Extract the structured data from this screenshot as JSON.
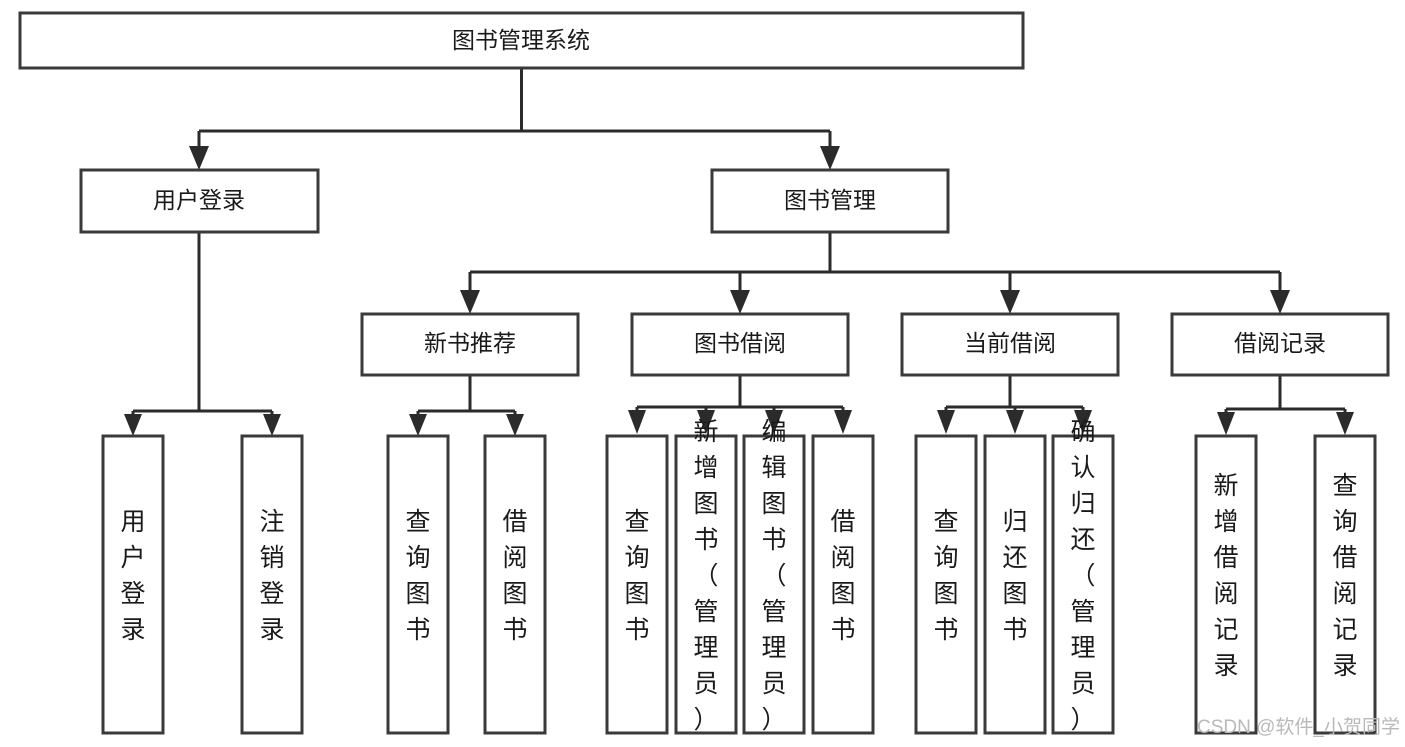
{
  "diagram": {
    "type": "hierarchy-tree",
    "title": "图书管理系统",
    "orientation": "top-down",
    "levels": 4,
    "colors": {
      "box_stroke": "#3a3a3a",
      "box_fill": "#ffffff",
      "connector": "#2b2b2b",
      "text": "#1a1a1a",
      "watermark": "#b9b9b9",
      "background": "#ffffff"
    }
  },
  "root": {
    "id": "root",
    "label": "图书管理系统",
    "orientation": "horizontal"
  },
  "level2": [
    {
      "id": "user-login",
      "label": "用户登录",
      "orientation": "horizontal"
    },
    {
      "id": "book-management",
      "label": "图书管理",
      "orientation": "horizontal"
    }
  ],
  "level3": [
    {
      "id": "new-book-recommend",
      "label": "新书推荐",
      "orientation": "horizontal",
      "parent": "book-management"
    },
    {
      "id": "book-borrow",
      "label": "图书借阅",
      "orientation": "horizontal",
      "parent": "book-management"
    },
    {
      "id": "current-borrow",
      "label": "当前借阅",
      "orientation": "horizontal",
      "parent": "book-management"
    },
    {
      "id": "borrow-record",
      "label": "借阅记录",
      "orientation": "horizontal",
      "parent": "book-management"
    }
  ],
  "leaves": {
    "user_login": [
      {
        "id": "leaf-user-login",
        "label": "用户登录",
        "orientation": "vertical"
      },
      {
        "id": "leaf-logout",
        "label": "注销登录",
        "orientation": "vertical"
      }
    ],
    "new_book_recommend": [
      {
        "id": "leaf-query-book-1",
        "label": "查询图书",
        "orientation": "vertical"
      },
      {
        "id": "leaf-borrow-book-1",
        "label": "借阅图书",
        "orientation": "vertical"
      }
    ],
    "book_borrow": [
      {
        "id": "leaf-query-book-2",
        "label": "查询图书",
        "orientation": "vertical"
      },
      {
        "id": "leaf-add-book",
        "label": "新增图书（管理员）",
        "orientation": "vertical"
      },
      {
        "id": "leaf-edit-book",
        "label": "编辑图书（管理员）",
        "orientation": "vertical"
      },
      {
        "id": "leaf-borrow-book-2",
        "label": "借阅图书",
        "orientation": "vertical"
      }
    ],
    "current_borrow": [
      {
        "id": "leaf-query-book-3",
        "label": "查询图书",
        "orientation": "vertical"
      },
      {
        "id": "leaf-return-book",
        "label": "归还图书",
        "orientation": "vertical"
      },
      {
        "id": "leaf-confirm-return",
        "label": "确认归还（管理员）",
        "orientation": "vertical"
      }
    ],
    "borrow_record": [
      {
        "id": "leaf-add-record",
        "label": "新增借阅记录",
        "orientation": "vertical"
      },
      {
        "id": "leaf-query-record",
        "label": "查询借阅记录",
        "orientation": "vertical"
      }
    ]
  },
  "watermark": {
    "text": "CSDN @软件_小贺同学"
  }
}
